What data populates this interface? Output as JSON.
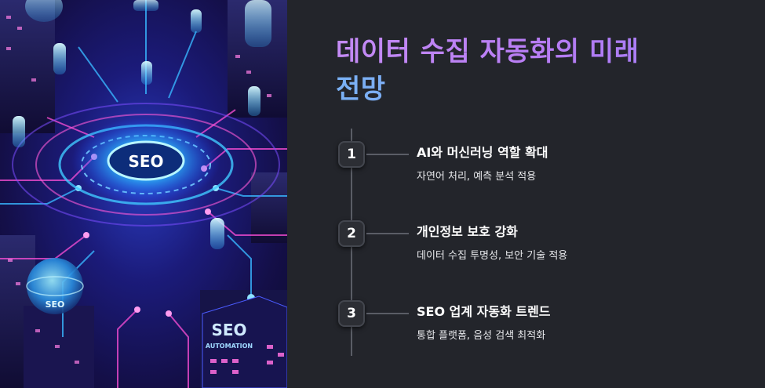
{
  "title": {
    "line1": "데이터 수집 자동화의 미래",
    "line2": "전망"
  },
  "image": {
    "hub_label": "SEO",
    "sphere_label": "SEO",
    "building_label_main": "SEO",
    "building_label_sub": "AUTOMATION"
  },
  "steps": [
    {
      "number": "1",
      "heading": "AI와 머신러닝 역할 확대",
      "description": "자연어 처리, 예측 분석 적용"
    },
    {
      "number": "2",
      "heading": "개인정보 보호 강화",
      "description": "데이터 수집 투명성, 보안 기술 적용"
    },
    {
      "number": "3",
      "heading": "SEO 업계 자동화 트렌드",
      "description": "통합 플랫폼, 음성 검색 최적화"
    }
  ],
  "colors": {
    "background": "#23252b",
    "title_line1": "#c084fc",
    "title_line2": "#7aa6f5",
    "timeline": "#5a5d66"
  }
}
